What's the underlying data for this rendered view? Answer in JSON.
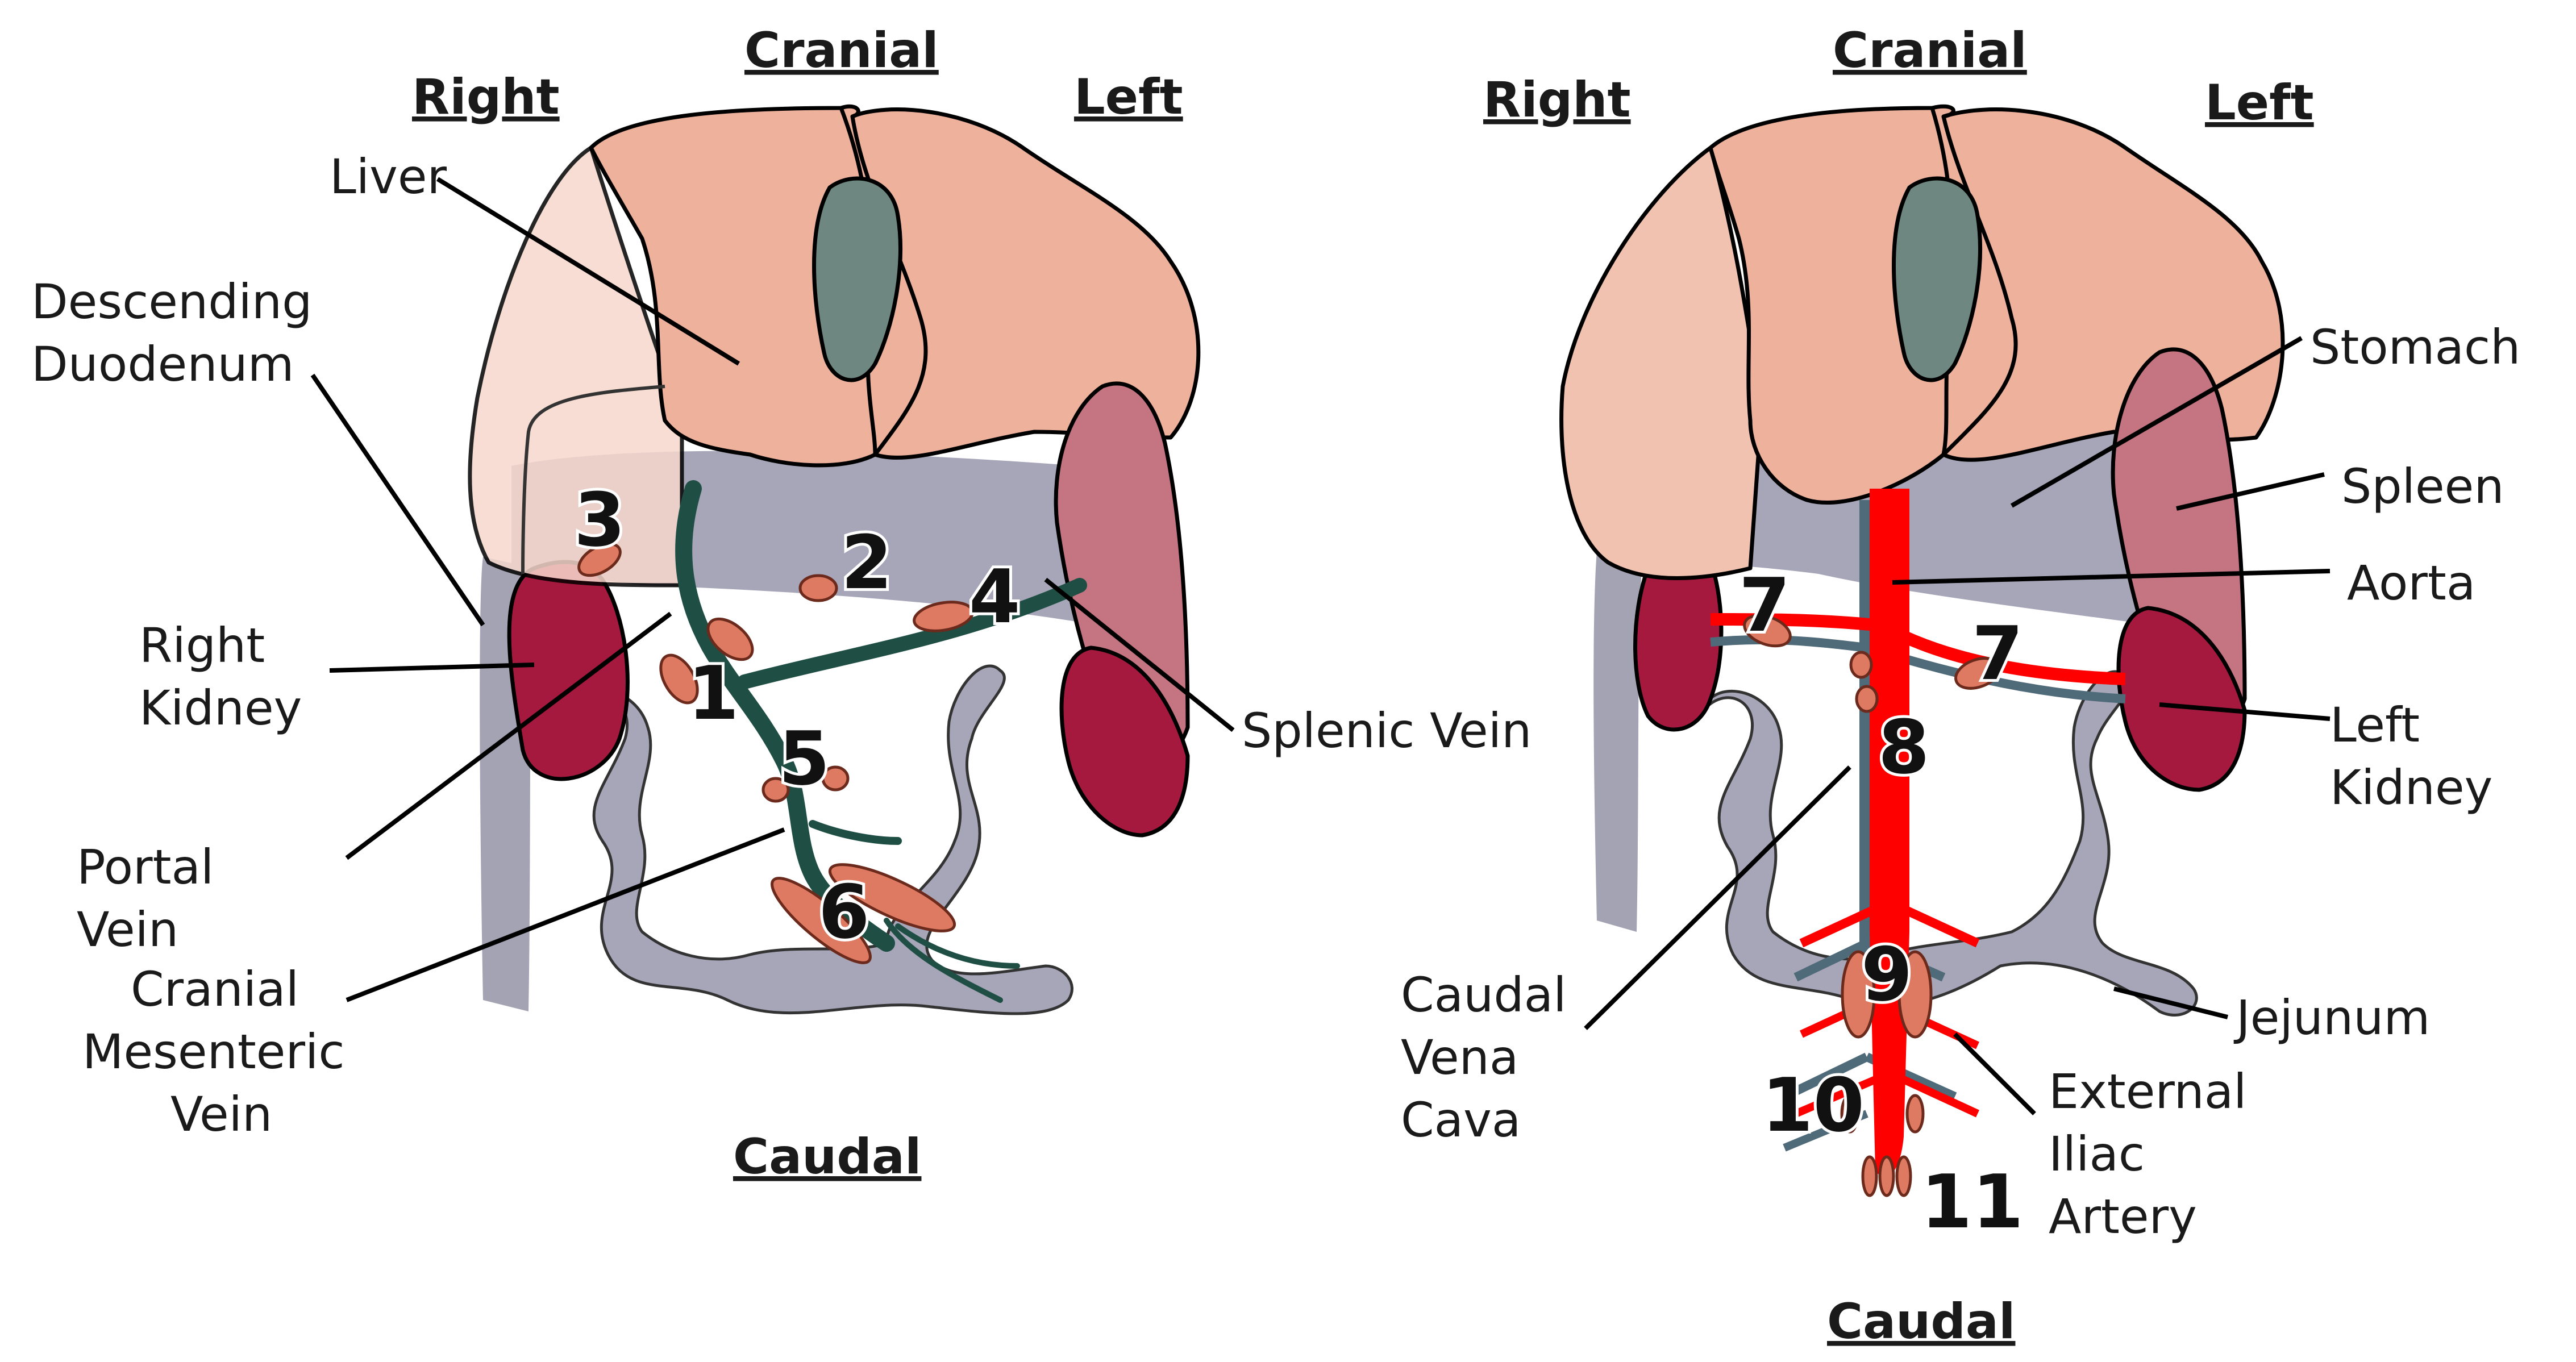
{
  "left_panel": {
    "directions": {
      "cranial": "Cranial",
      "caudal": "Caudal",
      "right": "Right",
      "left": "Left"
    },
    "labels": {
      "liver": "Liver",
      "descending_duodenum_1": "Descending",
      "descending_duodenum_2": "Duodenum",
      "right_kidney_1": "Right",
      "right_kidney_2": "Kidney",
      "portal_vein_1": "Portal",
      "portal_vein_2": "Vein",
      "cranial_mesenteric_vein_1": "Cranial",
      "cranial_mesenteric_vein_2": "Mesenteric",
      "cranial_mesenteric_vein_3": "Vein",
      "splenic_vein": "Splenic Vein"
    },
    "numbers": [
      "1",
      "2",
      "3",
      "4",
      "5",
      "6"
    ]
  },
  "right_panel": {
    "directions": {
      "cranial": "Cranial",
      "caudal": "Caudal",
      "right": "Right",
      "left": "Left"
    },
    "labels": {
      "stomach": "Stomach",
      "spleen": "Spleen",
      "aorta": "Aorta",
      "left_kidney_1": "Left",
      "left_kidney_2": "Kidney",
      "jejunum": "Jejunum",
      "external_iliac_artery_1": "External",
      "external_iliac_artery_2": "Iliac",
      "external_iliac_artery_3": "Artery",
      "caudal_vena_cava_1": "Caudal",
      "caudal_vena_cava_2": "Vena",
      "caudal_vena_cava_3": "Cava"
    },
    "numbers": [
      "7",
      "7",
      "8",
      "9",
      "10",
      "11"
    ]
  },
  "colors": {
    "liver": "#eeb19b",
    "liver_light": "#f6d8cc",
    "gallbladder": "#6e8780",
    "stomach": "#a7a6b8",
    "spleen": "#c47581",
    "kidney": "#a6193f",
    "duodenum": "#a4a3b4",
    "portal_vein": "#1f4f44",
    "aorta": "#ff0000",
    "vena_cava": "#4f6a78",
    "lymph_node": "#de7a62"
  }
}
